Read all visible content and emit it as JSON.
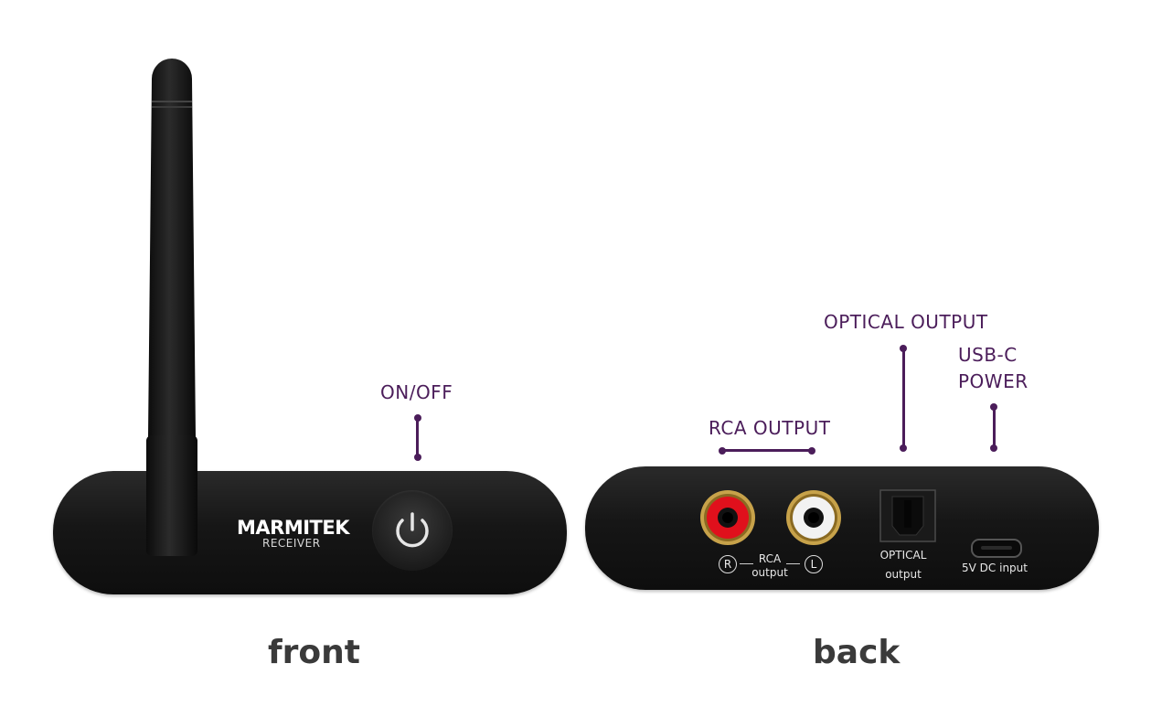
{
  "callouts": {
    "on_off": "ON/OFF",
    "rca_output": "RCA OUTPUT",
    "optical_output": "OPTICAL OUTPUT",
    "usb_c_line1": "USB-C",
    "usb_c_line2": "POWER"
  },
  "device_front": {
    "brand": "MARMITEK",
    "model": "RECEIVER"
  },
  "device_back": {
    "rca_right": "R",
    "rca_left": "L",
    "rca_label": "RCA",
    "rca_sub": "output",
    "optical_label": "OPTICAL",
    "optical_sub": "output",
    "dc_label": "5V DC input"
  },
  "captions": {
    "front": "front",
    "back": "back"
  },
  "icons": [
    "power-icon",
    "antenna"
  ],
  "colors": {
    "accent": "#4b1d5a",
    "device": "#151515",
    "rca_red": "#e0101c",
    "rca_white": "#f2f2f2",
    "gold": "#c7a24a"
  }
}
